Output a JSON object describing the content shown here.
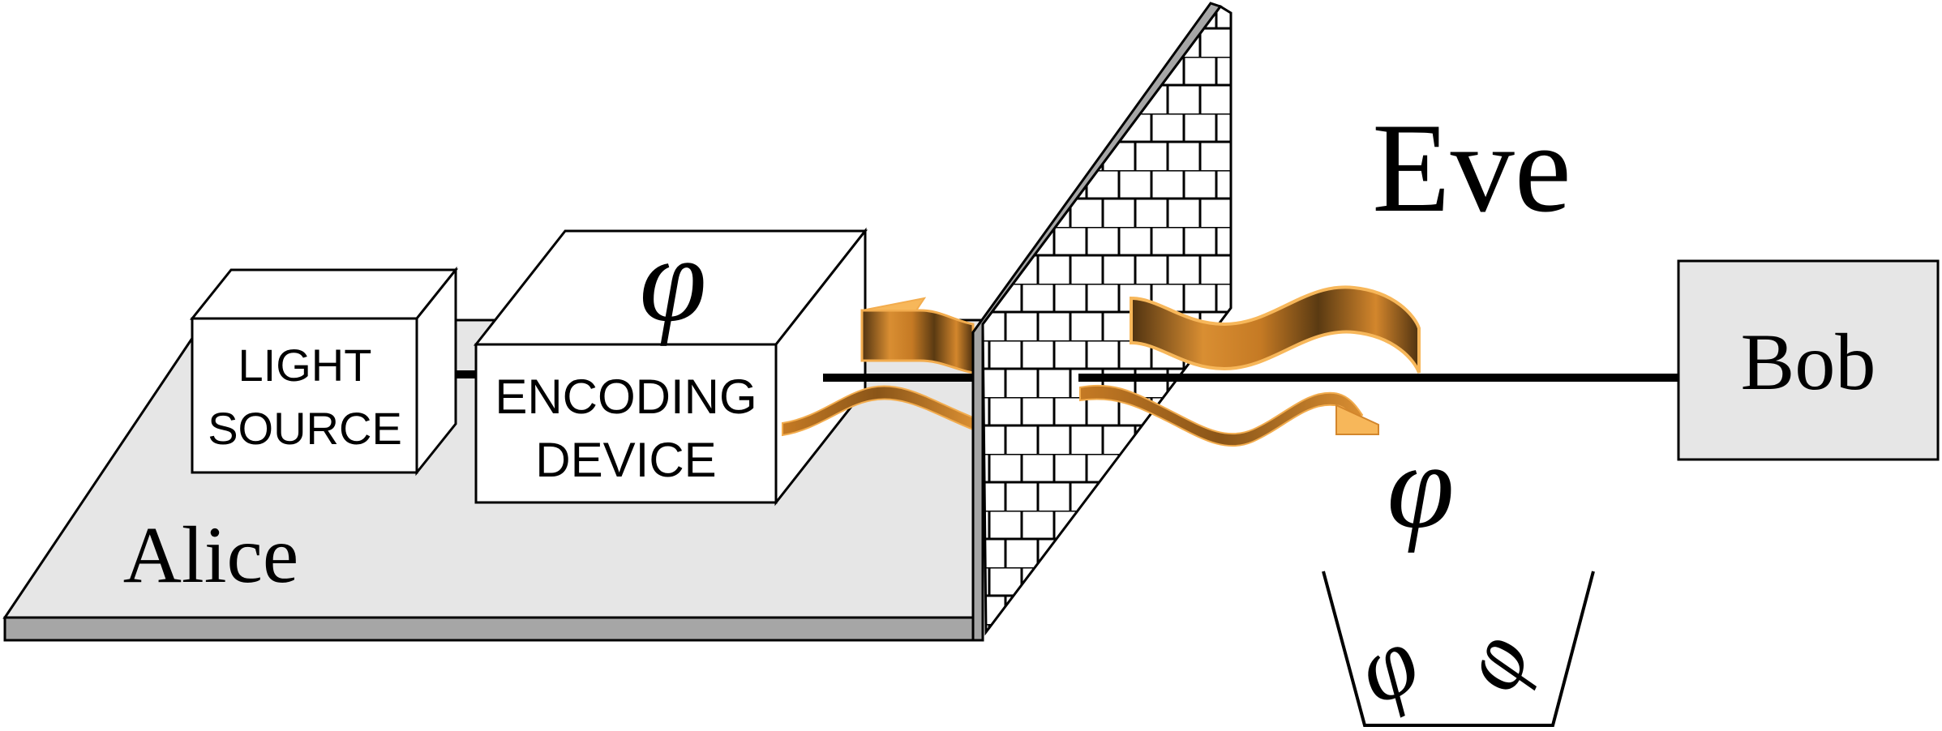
{
  "labels": {
    "alice": "Alice",
    "eve": "Eve",
    "bob": "Bob",
    "light_source_line1": "LIGHT",
    "light_source_line2": "SOURCE",
    "encoding_line1": "ENCODING",
    "encoding_line2": "DEVICE"
  },
  "symbols": {
    "phase": "φ"
  },
  "colors": {
    "platform_fill": "#e6e6e6",
    "platform_edge": "#a6a6a6",
    "bob_fill": "#e6e6e6",
    "wall_edge": "#a6a6a6",
    "wave_light": "#f7b75a",
    "wave_mid": "#d3862c",
    "wave_dark": "#4f3210",
    "line": "#000000"
  }
}
